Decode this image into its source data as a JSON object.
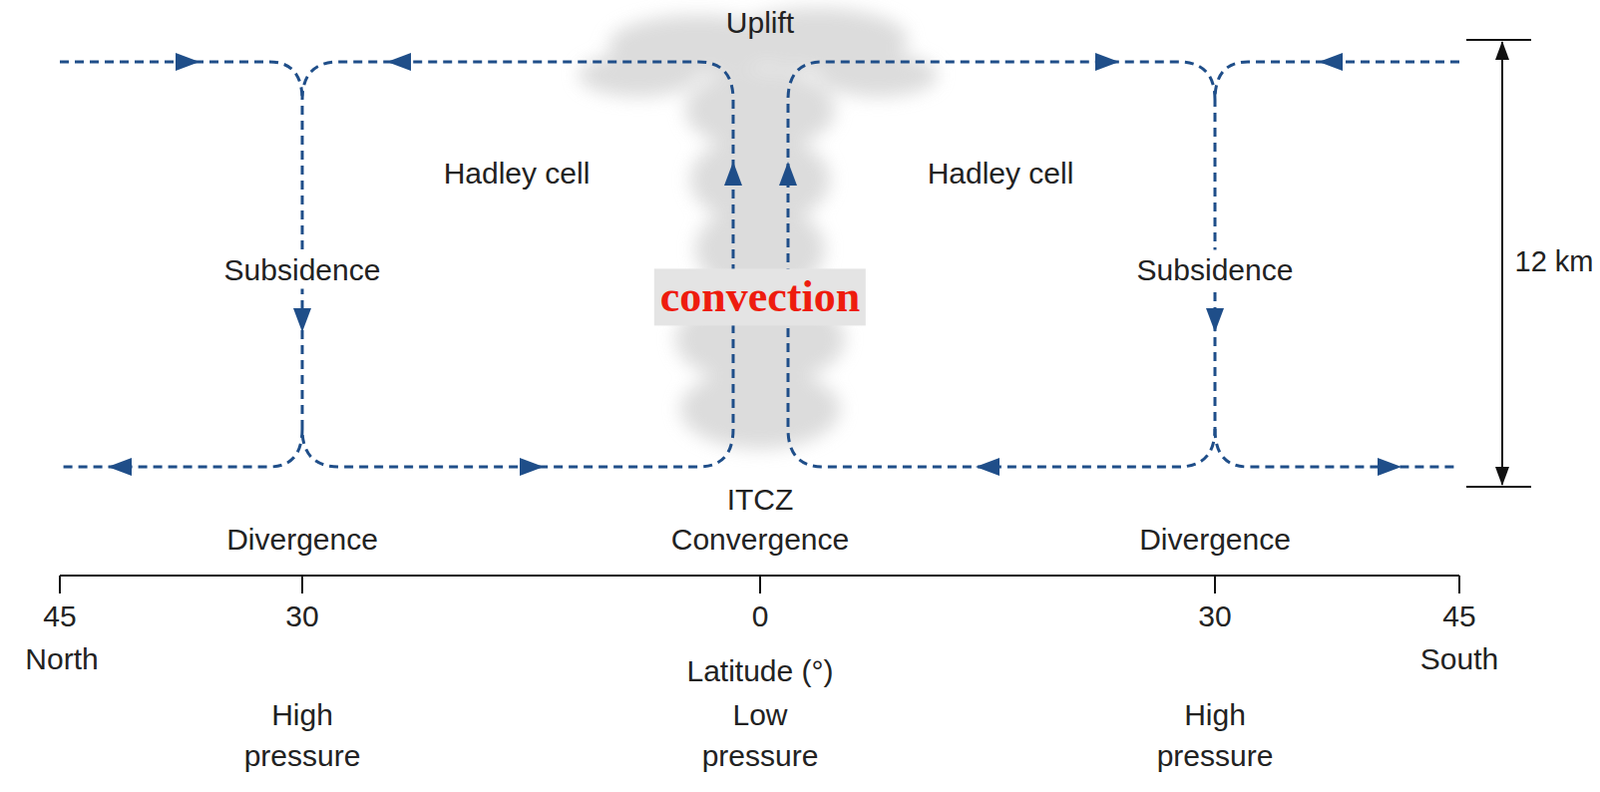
{
  "diagram": {
    "labels": [
      "Uplift",
      "Hadley cell",
      "Hadley cell",
      "Subsidence",
      "convection",
      "Subsidence",
      "12 km",
      "ITCZ",
      "Convergence",
      "Divergence",
      "Divergence",
      "45",
      "30",
      "0",
      "30",
      "45",
      "North",
      "Latitude (°)",
      "South",
      "High pressure",
      "Low pressure",
      "High pressure"
    ]
  }
}
